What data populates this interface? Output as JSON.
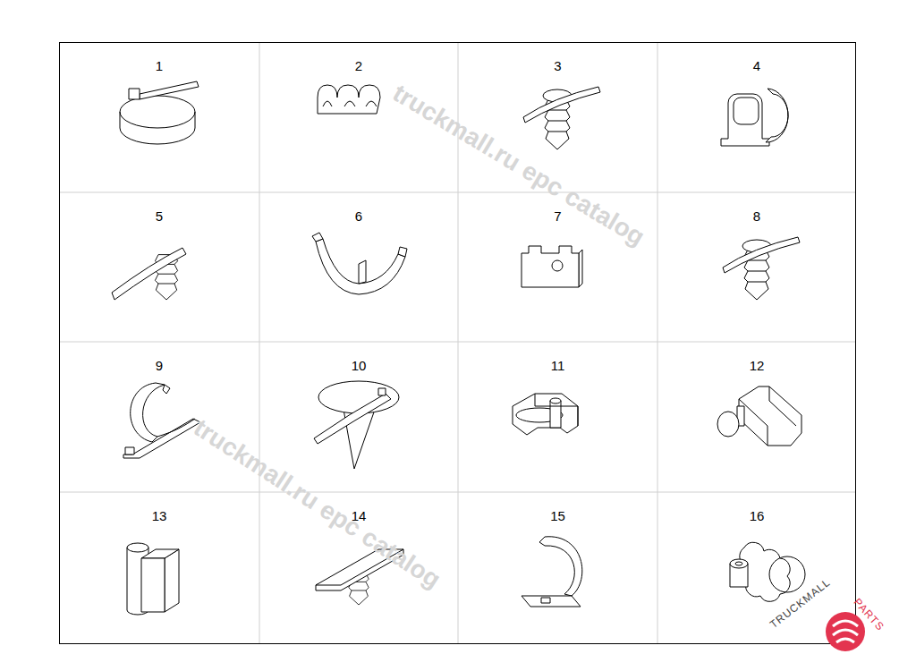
{
  "diagram": {
    "labels": [
      "1",
      "2",
      "3",
      "4",
      "5",
      "6",
      "7",
      "8",
      "9",
      "10",
      "11",
      "12",
      "13",
      "14",
      "15",
      "16",
      "truckmall.ru epc catalog",
      "truckmall.ru epc catalog",
      "TRUCKMALL",
      "PARTS"
    ]
  }
}
